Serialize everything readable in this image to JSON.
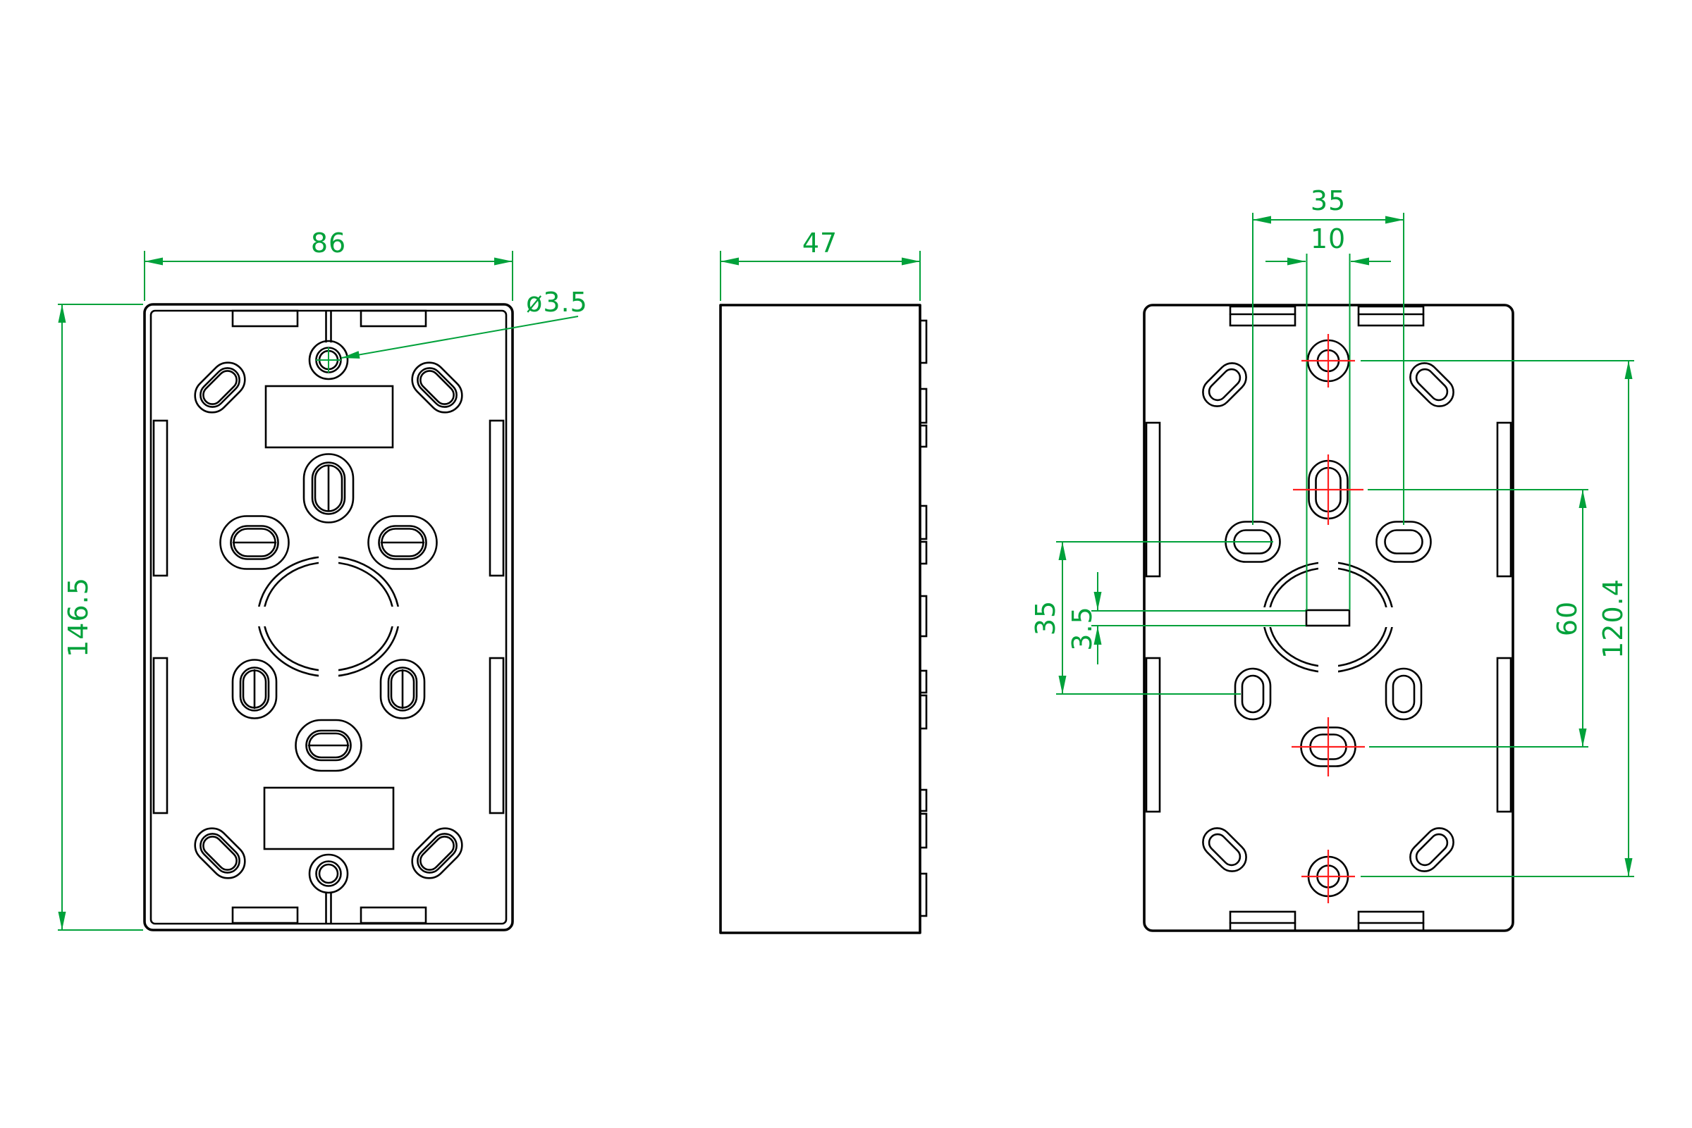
{
  "drawing": {
    "kind": "technical-drawing-3-views-junction-box",
    "dimensions": {
      "front_width": "86",
      "front_height": "146.5",
      "front_hole_dia": "ø3.5",
      "side_depth": "47",
      "back_top_pitch": "35",
      "back_slot_width": "10",
      "back_left_pitch": "35",
      "back_slot_height": "3.5",
      "back_mid_pitch": "60",
      "back_screw_pitch": "120.4"
    },
    "colors": {
      "dimension_green": "#00a13a",
      "centerline_red": "#ff1f1f",
      "line_black": "#000000",
      "background": "#ffffff"
    }
  }
}
